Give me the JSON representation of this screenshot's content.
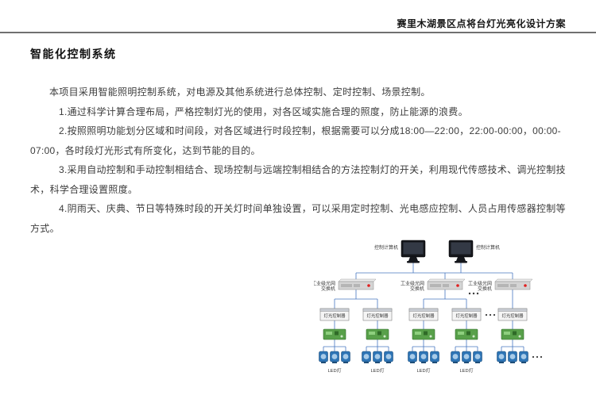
{
  "header": {
    "doc_title": "赛里木湖景区点将台灯光亮化设计方案"
  },
  "page": {
    "title": "智能化控制系统"
  },
  "body": {
    "paragraphs": [
      "本项目采用智能照明控制系统，对电源及其他系统进行总体控制、定时控制、场景控制。",
      "1.通过科学计算合理布局，严格控制灯光的使用，对各区域实施合理的照度，防止能源的浪费。",
      "2.按照照明功能划分区域和时间段，对各区域进行时段控制，根据需要可以分成18:00—22:00，22:00-00:00，00:00-07:00，各时段灯光形式有所变化，达到节能的目的。",
      "3.采用自动控制和手动控制相结合、现场控制与远端控制相结合的方法控制灯的开关，利用现代传感技术、调光控制技术，科学合理设置照度。",
      "4.阴雨天、庆典、节日等特殊时段的开关灯时间单独设置，可以采用定时控制、光电感应控制、人员占用传感器控制等方式。"
    ]
  },
  "diagram": {
    "computer_label": "控制计算机",
    "switch_label_line1": "工业级光网",
    "switch_label_line2": "交换机",
    "controller_label": "灯光控制器",
    "lamp_label": "LED灯",
    "accent_line_color": "#4777c0",
    "status_dot_color": "#e02020"
  }
}
